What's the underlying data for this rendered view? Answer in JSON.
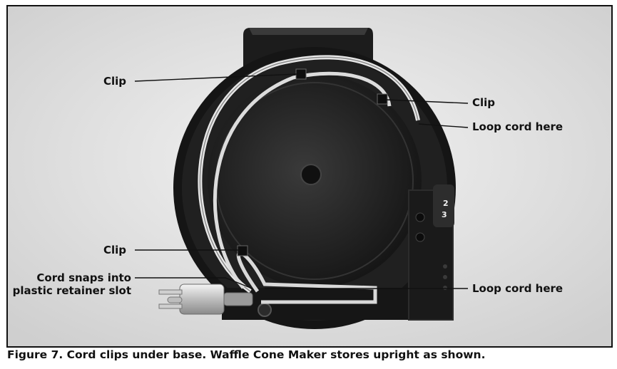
{
  "figure": {
    "callouts": {
      "clip_top_left": "Clip",
      "clip_top_right": "Clip",
      "loop_cord_upper": "Loop cord here",
      "clip_lower_left": "Clip",
      "cord_snaps": "Cord snaps into plastic retainer slot",
      "loop_cord_lower": "Loop cord here"
    },
    "dial_marks": [
      "2",
      "3"
    ],
    "caption": "Figure 7. Cord clips under base.  Waffle Cone Maker stores upright as shown."
  }
}
